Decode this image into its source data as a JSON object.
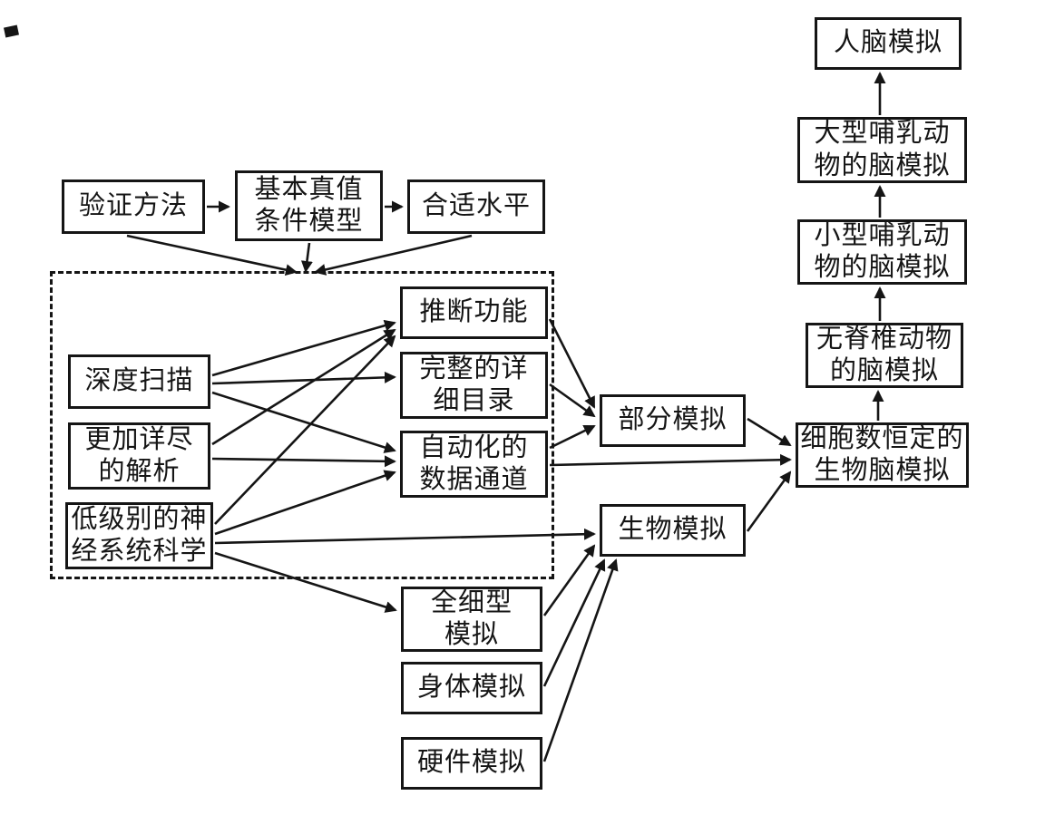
{
  "colors": {
    "ink": "#151515",
    "background": "#ffffff"
  },
  "diagram": {
    "nodes": {
      "validation_method": {
        "label": "验证方法"
      },
      "ground_truth_model": {
        "label": "基本真值\n条件模型"
      },
      "appropriate_level": {
        "label": "合适水平"
      },
      "depth_scanning": {
        "label": "深度扫描"
      },
      "detailed_analysis": {
        "label": "更加详尽\n的解析"
      },
      "low_level_neuroscience": {
        "label": "低级别的神\n经系统科学"
      },
      "inferred_function": {
        "label": "推断功能"
      },
      "complete_inventory": {
        "label": "完整的详\n细目录"
      },
      "automated_pipeline": {
        "label": "自动化的\n数据通道"
      },
      "partial_emulation": {
        "label": "部分模拟"
      },
      "bio_emulation": {
        "label": "生物模拟"
      },
      "full_cell_emulation": {
        "label": "全细型\n模拟"
      },
      "body_emulation": {
        "label": "身体模拟"
      },
      "hardware_emulation": {
        "label": "硬件模拟"
      },
      "cell_constant_brain": {
        "label": "细胞数恒定的\n生物脑模拟"
      },
      "invertebrate_brain": {
        "label": "无脊椎动物\n的脑模拟"
      },
      "small_mammal_brain": {
        "label": "小型哺乳动\n物的脑模拟"
      },
      "large_mammal_brain": {
        "label": "大型哺乳动\n物的脑模拟"
      },
      "human_brain": {
        "label": "人脑模拟"
      }
    },
    "edges": [
      {
        "from": "validation_method",
        "to": "ground_truth_model"
      },
      {
        "from": "ground_truth_model",
        "to": "appropriate_level"
      },
      {
        "from": "validation_method",
        "to": "dashed_group"
      },
      {
        "from": "ground_truth_model",
        "to": "dashed_group"
      },
      {
        "from": "appropriate_level",
        "to": "dashed_group"
      },
      {
        "from": "depth_scanning",
        "to": "inferred_function"
      },
      {
        "from": "depth_scanning",
        "to": "complete_inventory"
      },
      {
        "from": "depth_scanning",
        "to": "automated_pipeline"
      },
      {
        "from": "detailed_analysis",
        "to": "inferred_function"
      },
      {
        "from": "detailed_analysis",
        "to": "automated_pipeline"
      },
      {
        "from": "low_level_neuroscience",
        "to": "inferred_function"
      },
      {
        "from": "low_level_neuroscience",
        "to": "automated_pipeline"
      },
      {
        "from": "low_level_neuroscience",
        "to": "bio_emulation"
      },
      {
        "from": "low_level_neuroscience",
        "to": "full_cell_emulation"
      },
      {
        "from": "inferred_function",
        "to": "partial_emulation"
      },
      {
        "from": "complete_inventory",
        "to": "partial_emulation"
      },
      {
        "from": "automated_pipeline",
        "to": "partial_emulation"
      },
      {
        "from": "automated_pipeline",
        "to": "cell_constant_brain"
      },
      {
        "from": "partial_emulation",
        "to": "cell_constant_brain"
      },
      {
        "from": "bio_emulation",
        "to": "cell_constant_brain"
      },
      {
        "from": "full_cell_emulation",
        "to": "bio_emulation"
      },
      {
        "from": "body_emulation",
        "to": "bio_emulation"
      },
      {
        "from": "hardware_emulation",
        "to": "bio_emulation"
      },
      {
        "from": "cell_constant_brain",
        "to": "invertebrate_brain"
      },
      {
        "from": "invertebrate_brain",
        "to": "small_mammal_brain"
      },
      {
        "from": "small_mammal_brain",
        "to": "large_mammal_brain"
      },
      {
        "from": "large_mammal_brain",
        "to": "human_brain"
      }
    ]
  }
}
